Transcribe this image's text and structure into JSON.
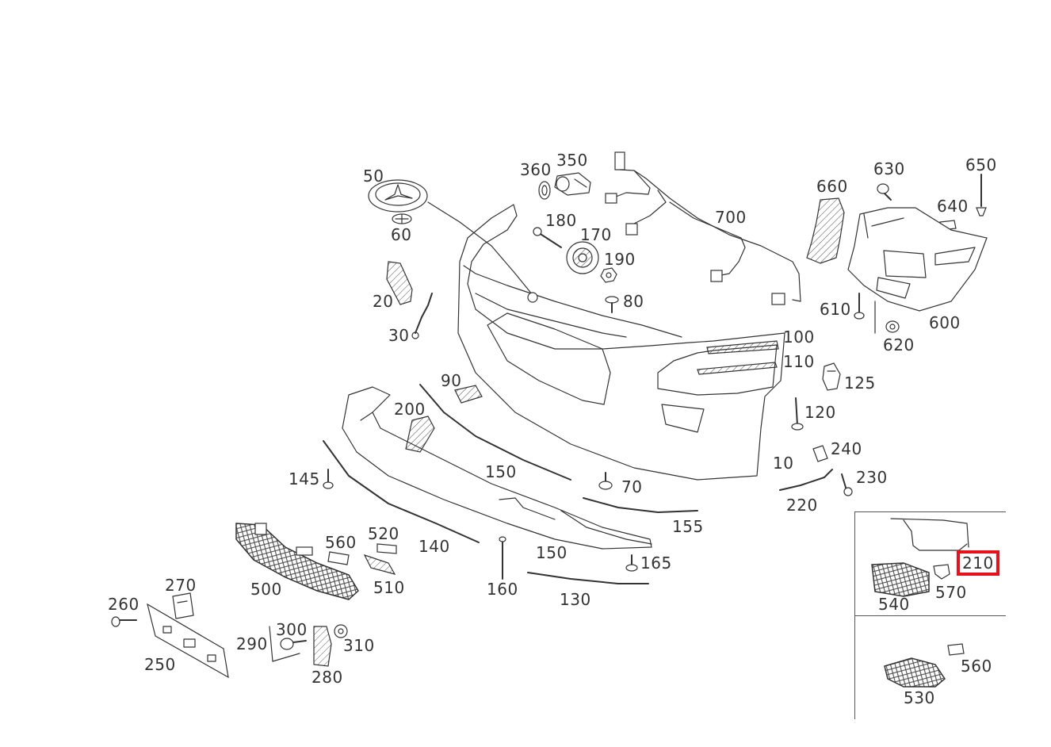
{
  "diagram": {
    "selected_part": "210",
    "labels": {
      "p50": "50",
      "p60": "60",
      "p20": "20",
      "p30": "30",
      "p360": "360",
      "p350": "350",
      "p180": "180",
      "p170": "170",
      "p190": "190",
      "p80": "80",
      "p700": "700",
      "p660": "660",
      "p630": "630",
      "p650": "650",
      "p640": "640",
      "p610": "610",
      "p620": "620",
      "p600": "600",
      "p100": "100",
      "p110": "110",
      "p125": "125",
      "p120": "120",
      "p90": "90",
      "p200": "200",
      "p150a": "150",
      "p145": "145",
      "p70": "70",
      "p10": "10",
      "p240": "240",
      "p230": "230",
      "p220": "220",
      "p155": "155",
      "p140": "140",
      "p150b": "150",
      "p165": "165",
      "p160": "160",
      "p130": "130",
      "p560a": "560",
      "p520": "520",
      "p510": "510",
      "p500": "500",
      "p270": "270",
      "p260": "260",
      "p250": "250",
      "p300": "300",
      "p290": "290",
      "p310": "310",
      "p280": "280",
      "p210": "210",
      "p540": "540",
      "p570": "570",
      "p560b": "560",
      "p530": "530"
    }
  }
}
